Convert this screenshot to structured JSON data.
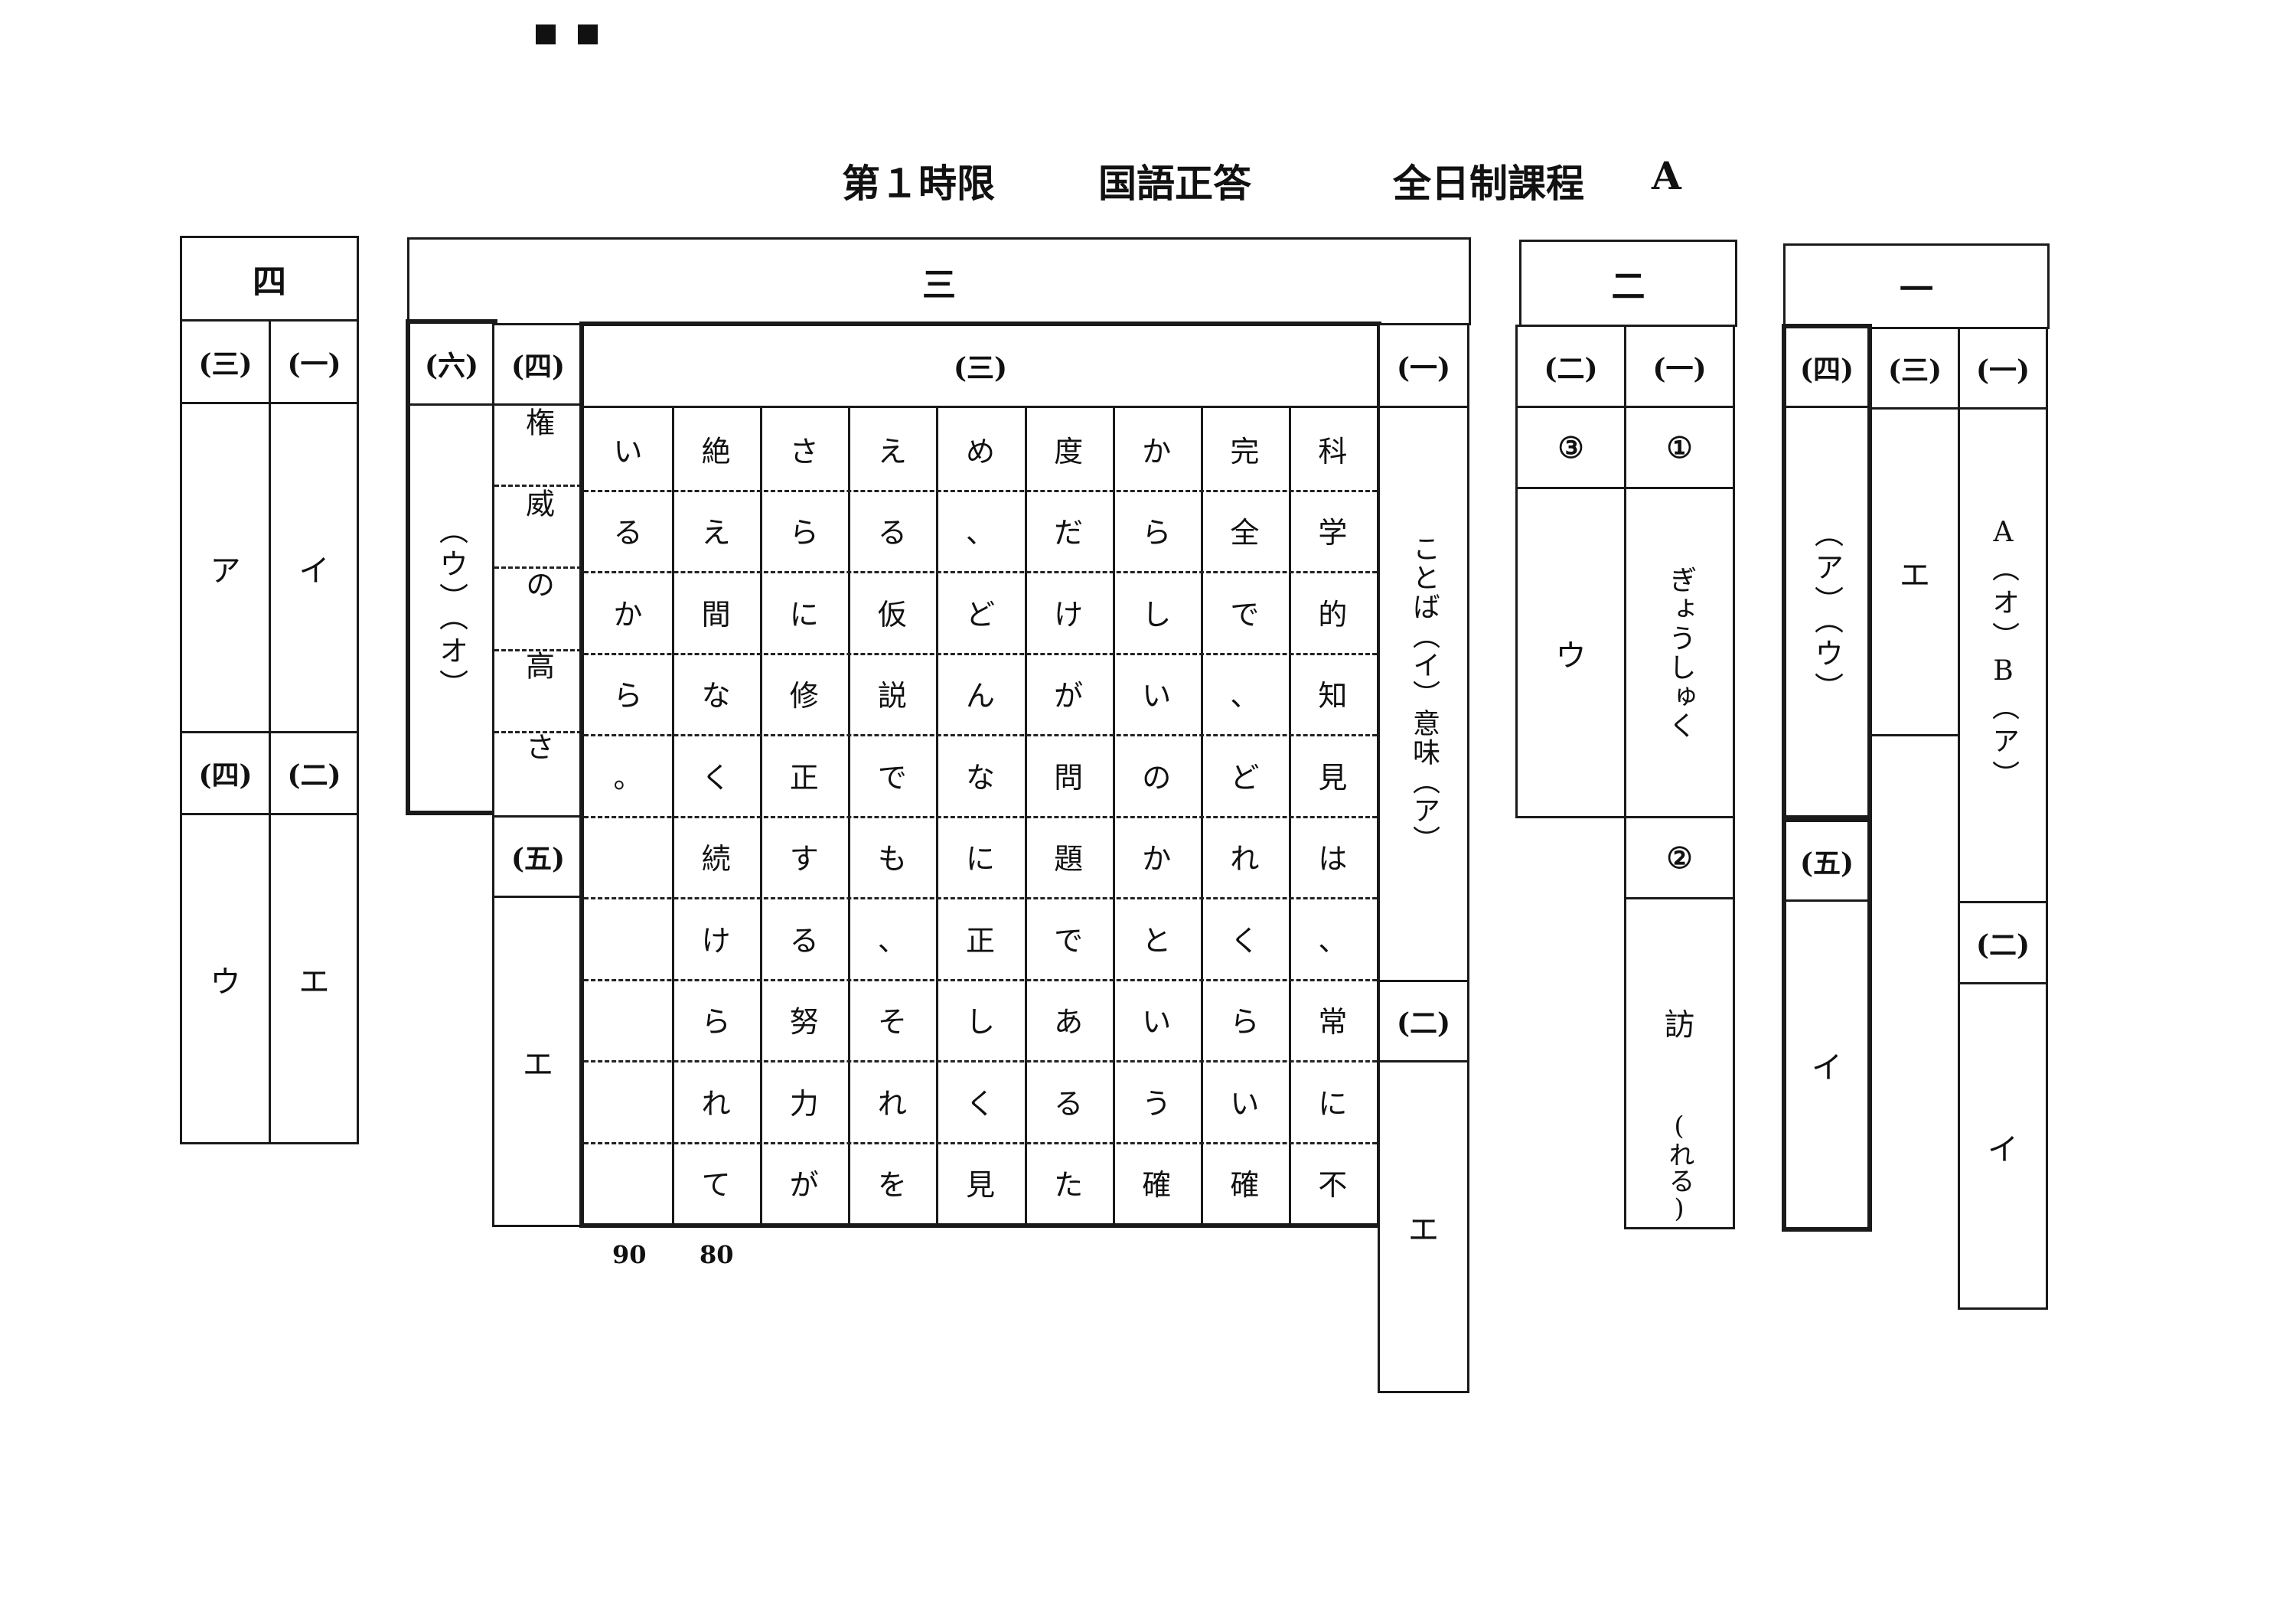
{
  "header": {
    "period": "第１時限",
    "subject": "国語正答",
    "course": "全日制課程",
    "version": "A"
  },
  "section4": {
    "title": "四",
    "q1": {
      "label": "(一)",
      "answer": "イ"
    },
    "q2": {
      "label": "(二)",
      "answer": "エ"
    },
    "q3": {
      "label": "(三)",
      "answer": "ア"
    },
    "q4": {
      "label": "(四)",
      "answer": "ウ"
    }
  },
  "section3": {
    "title": "三",
    "q1": {
      "label": "(一)",
      "answer": "ことば（イ）意味（ア）"
    },
    "q2": {
      "label": "(二)",
      "answer": "エ"
    },
    "q3": {
      "label": "(三)",
      "columns": [
        "科学的知見は、常に不",
        "完全で、どれくらい確",
        "からしいのかという確",
        "度だけが問題であるた",
        "め、どんなに正しく見",
        "える仮説でも、それを",
        "さらに修正する努力が",
        "絶え間なく続けられて",
        "いるから。"
      ],
      "count_80": "80",
      "count_90": "90"
    },
    "q4": {
      "label": "(四)",
      "answer": "権威の高さ"
    },
    "q5": {
      "label": "(五)",
      "answer": "エ"
    },
    "q6": {
      "label": "(六)",
      "answer": "（ウ）（オ）"
    }
  },
  "section2": {
    "title": "二",
    "q1": {
      "label": "(一)",
      "sub1": {
        "label": "①",
        "answer": "ぎょうしゅく"
      },
      "sub2": {
        "label": "②",
        "answer": "訪",
        "okurigana": "(れる)"
      }
    },
    "q2": {
      "label": "(二)",
      "sub3": {
        "label": "③",
        "answer": "ウ"
      }
    }
  },
  "section1": {
    "title": "一",
    "q1": {
      "label": "(一)",
      "answer": "A（オ）B（ア）"
    },
    "q2": {
      "label": "(二)",
      "answer": "イ"
    },
    "q3": {
      "label": "(三)",
      "answer": "エ"
    },
    "q4": {
      "label": "(四)",
      "answer": "（ア）（ウ）"
    },
    "q5": {
      "label": "(五)",
      "answer": "イ"
    }
  }
}
